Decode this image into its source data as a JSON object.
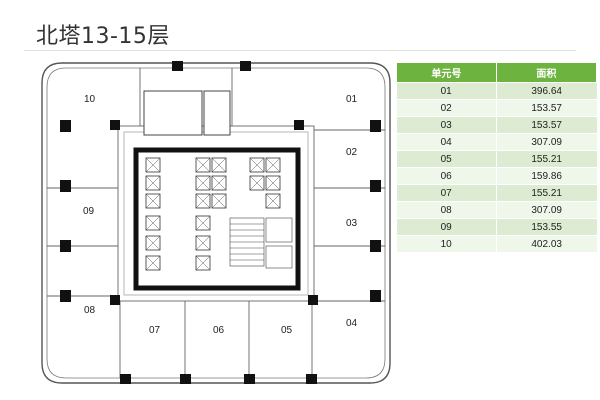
{
  "title": "北塔13-15层",
  "units": [
    "01",
    "02",
    "03",
    "04",
    "05",
    "06",
    "07",
    "08",
    "09",
    "10"
  ],
  "table": {
    "headers": [
      "单元号",
      "面积"
    ],
    "rows": [
      {
        "unit": "01",
        "area": "396.64"
      },
      {
        "unit": "02",
        "area": "153.57"
      },
      {
        "unit": "03",
        "area": "153.57"
      },
      {
        "unit": "04",
        "area": "307.09"
      },
      {
        "unit": "05",
        "area": "155.21"
      },
      {
        "unit": "06",
        "area": "159.86"
      },
      {
        "unit": "07",
        "area": "155.21"
      },
      {
        "unit": "08",
        "area": "307.09"
      },
      {
        "unit": "09",
        "area": "153.55"
      },
      {
        "unit": "10",
        "area": "402.03"
      }
    ]
  },
  "colors": {
    "header_green": "#6db33f",
    "row_dark": "#dcebd2",
    "row_light": "#eff6ea"
  }
}
